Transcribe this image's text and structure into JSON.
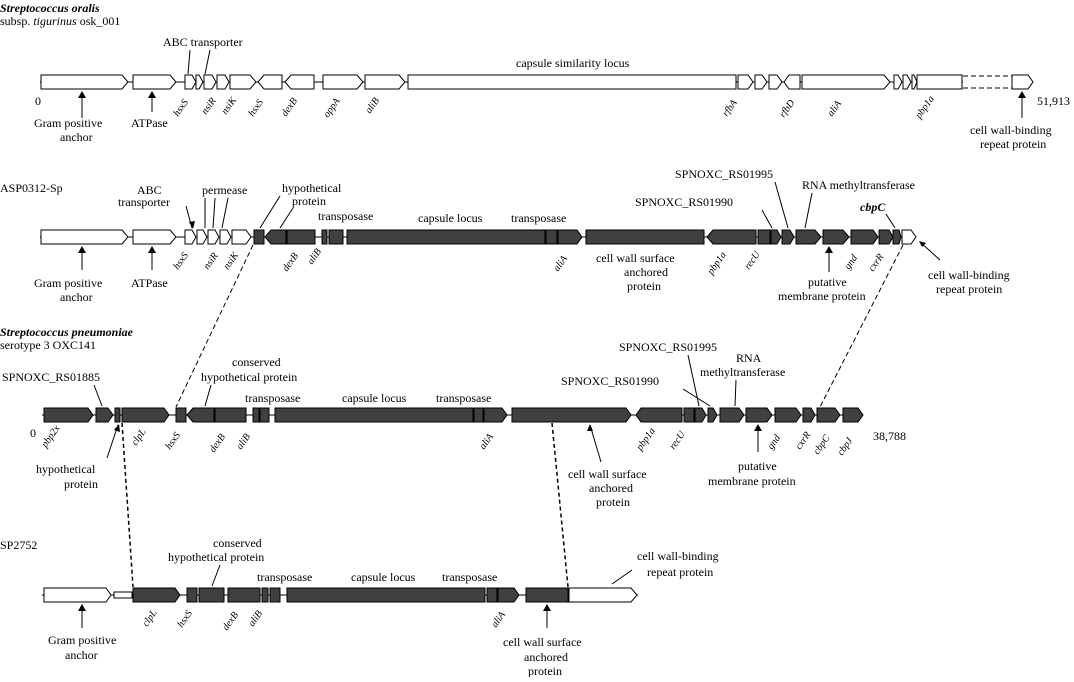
{
  "tracks": [
    {
      "id": "t1",
      "title_italic": "Streptococcus oralis",
      "title_rest_pre": "subsp. ",
      "title_rest_ital": "tigurinus",
      "title_rest_post": " osk_001",
      "start": "0",
      "end": "51,913"
    },
    {
      "id": "t2",
      "title": "ASP0312-Sp"
    },
    {
      "id": "t3",
      "title_italic": "Streptococcus pneumoniae",
      "title_rest": "serotype 3 OXC141",
      "start": "0",
      "end": "38,788"
    },
    {
      "id": "t4",
      "title": "SP2752"
    }
  ],
  "labels": {
    "t1": {
      "abc": "ABC transporter",
      "capsule_sim": "capsule similarity locus",
      "gpa1": "Gram positive",
      "gpa2": "anchor",
      "atpase": "ATPase",
      "cwb1": "cell wall-binding",
      "cwb2": "repeat protein"
    },
    "t2": {
      "abc1": "ABC",
      "abc2": "transporter",
      "permease": "permease",
      "hyp1": "hypothetical",
      "hyp2": "protein",
      "transposase1": "transposase",
      "capsule": "capsule locus",
      "transposase2": "transposase",
      "rs1995": "SPNOXC_RS01995",
      "rs1990": "SPNOXC_RS01990",
      "rnamt": "RNA methyltransferase",
      "cbpc": "cbpC",
      "gpa1": "Gram positive",
      "gpa2": "anchor",
      "atpase": "ATPase",
      "cws1": "cell wall surface",
      "cws2": "anchored",
      "cws3": "protein",
      "pmp1": "putative",
      "pmp2": "membrane protein",
      "cwb1": "cell wall-binding",
      "cwb2": "repeat protein"
    },
    "t3": {
      "rs1885": "SPNOXC_RS01885",
      "chp1": "conserved",
      "chp2": "hypothetical protein",
      "transposase1": "transposase",
      "capsule": "capsule locus",
      "transposase2": "transposase",
      "rs1995": "SPNOXC_RS01995",
      "rnamt1": "RNA",
      "rnamt2": "methyltransferase",
      "rs1990": "SPNOXC_RS01990",
      "hyp1": "hypothetical",
      "hyp2": "protein",
      "cws1": "cell wall surface",
      "cws2": "anchored",
      "cws3": "protein",
      "pmp1": "putative",
      "pmp2": "membrane protein"
    },
    "t4": {
      "chp1": "conserved",
      "chp2": "hypothetical protein",
      "transposase1": "transposase",
      "capsule": "capsule locus",
      "transposase2": "transposase",
      "cwb1": "cell wall-binding",
      "cwb2": "repeat protein",
      "gpa1": "Gram positive",
      "gpa2": "anchor",
      "cws1": "cell wall surface",
      "cws2": "anchored",
      "cws3": "protein"
    }
  },
  "gene_names": {
    "t1": [
      "hsxS",
      "nsiR",
      "nsiK",
      "hsxS",
      "dexB",
      "oppA",
      "aliB",
      "rfbA",
      "rfbD",
      "aliA",
      "pbp1a"
    ],
    "t2": [
      "hsxS",
      "nsiR",
      "nsiK",
      "dexB",
      "aliB",
      "aliA",
      "pbp1a",
      "recU",
      "gnd",
      "cxrR"
    ],
    "t3": [
      "pbp2x",
      "clpL",
      "hsxS",
      "dexB",
      "aliB",
      "aliA",
      "pbp1a",
      "recU",
      "gnd",
      "cxrR",
      "cbpC",
      "cbpJ"
    ],
    "t4": [
      "clpL",
      "hsxS",
      "dexB",
      "aliB",
      "aliA"
    ]
  },
  "colors": {
    "dark_gene": "#404040",
    "light_gene": "#ffffff",
    "line": "#000000"
  }
}
